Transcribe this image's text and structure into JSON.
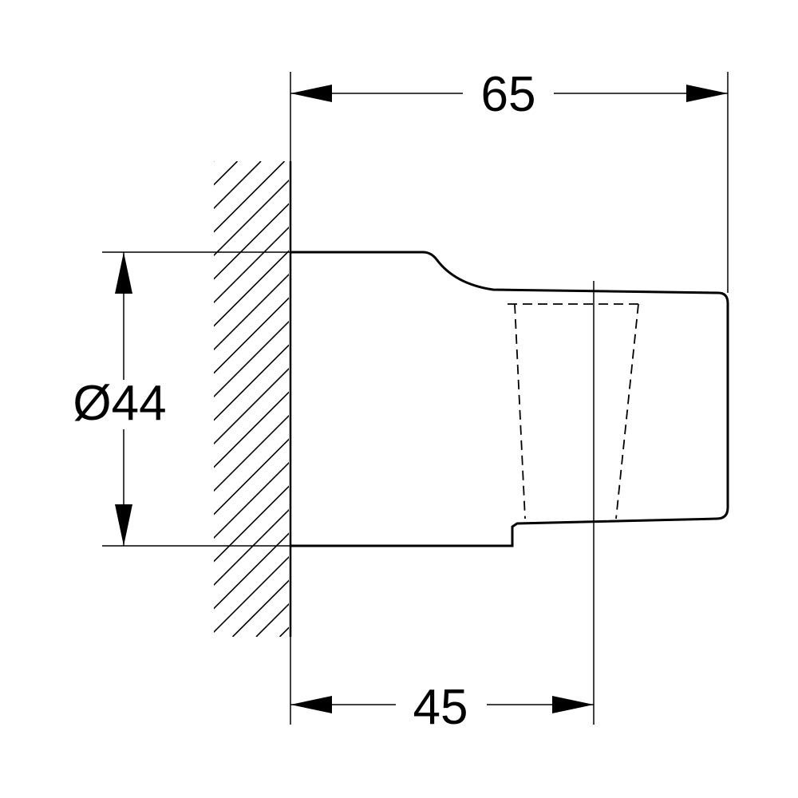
{
  "dimensions": {
    "width_overall": "65",
    "depth_to_axis": "45",
    "diameter": "Ø44"
  },
  "colors": {
    "line": "#000000",
    "background": "#ffffff"
  }
}
